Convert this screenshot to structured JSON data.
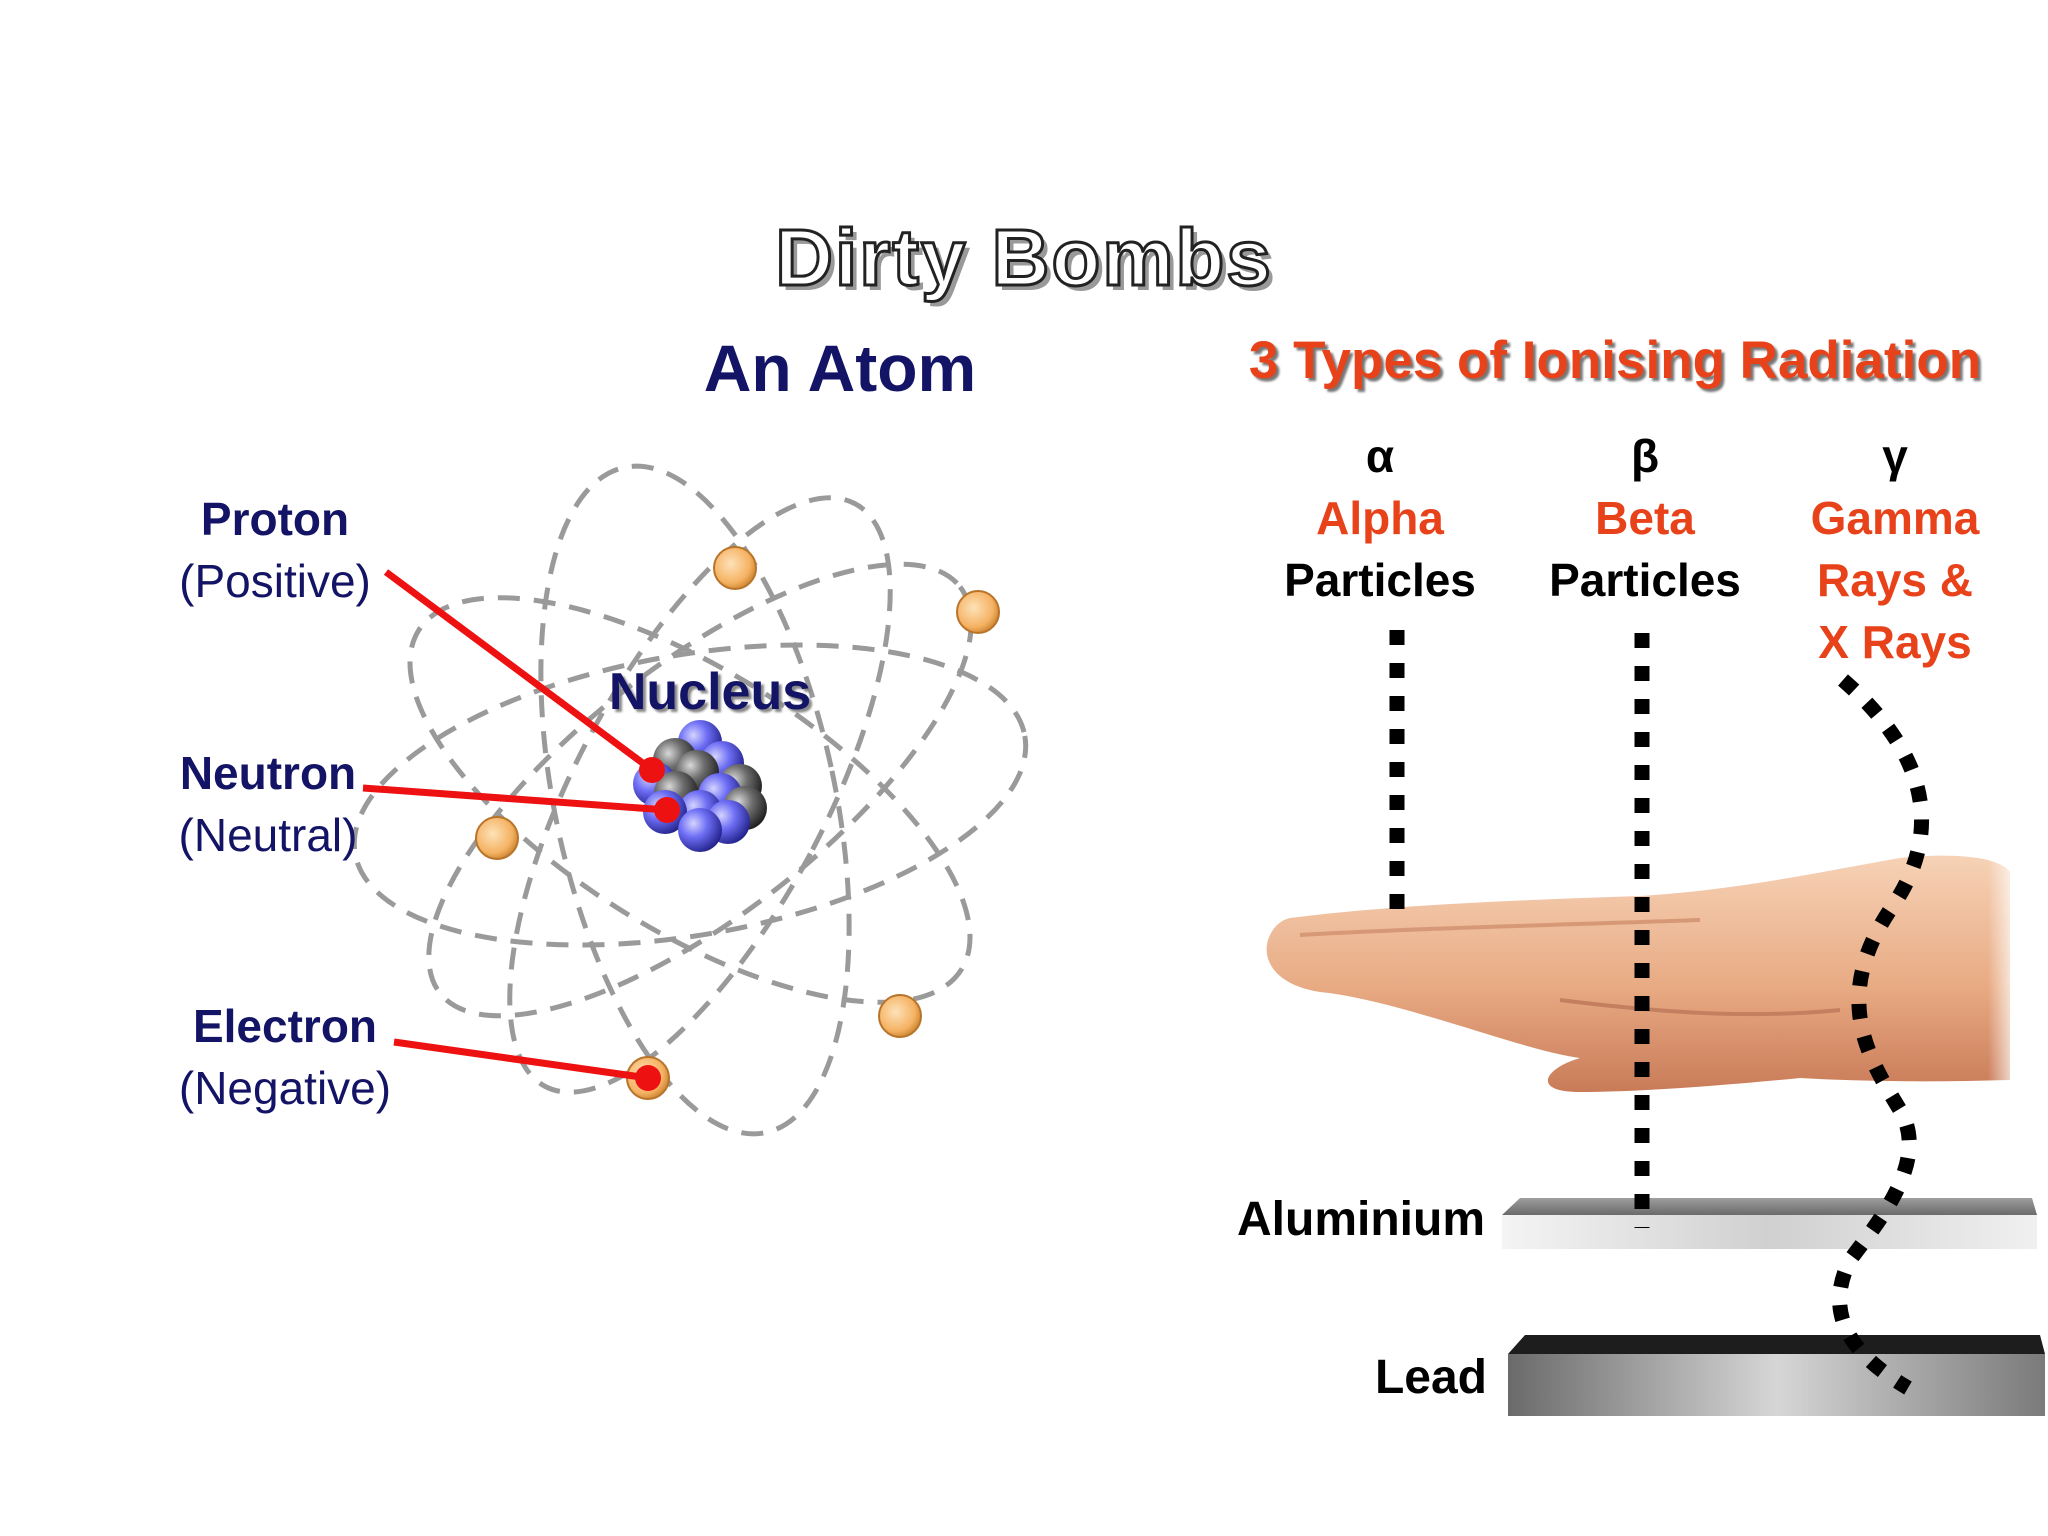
{
  "title": "Dirty Bombs",
  "atom": {
    "heading": "An Atom",
    "nucleus_label": "Nucleus",
    "proton": {
      "name": "Proton",
      "charge": "(Positive)"
    },
    "neutron": {
      "name": "Neutron",
      "charge": "(Neutral)"
    },
    "electron": {
      "name": "Electron",
      "charge": "(Negative)"
    }
  },
  "radiation": {
    "heading": "3 Types of Ionising Radiation",
    "alpha": {
      "symbol": "α",
      "name": "Alpha",
      "kind": "Particles"
    },
    "beta": {
      "symbol": "β",
      "name": "Beta",
      "kind": "Particles"
    },
    "gamma": {
      "symbol": "γ",
      "name": "Gamma",
      "kind_line1": "Rays &",
      "kind_line2": "X Rays"
    },
    "aluminium_label": "Aluminium",
    "lead_label": "Lead"
  },
  "colors": {
    "navy": "#141466",
    "accent_red": "#e8421a",
    "pointer_red": "#ee1111",
    "orbit_gray": "#9a9a9a",
    "electron_orange": "#f6b96b",
    "proton_blue": "#5a5af0",
    "neutron_gray": "#707070"
  }
}
